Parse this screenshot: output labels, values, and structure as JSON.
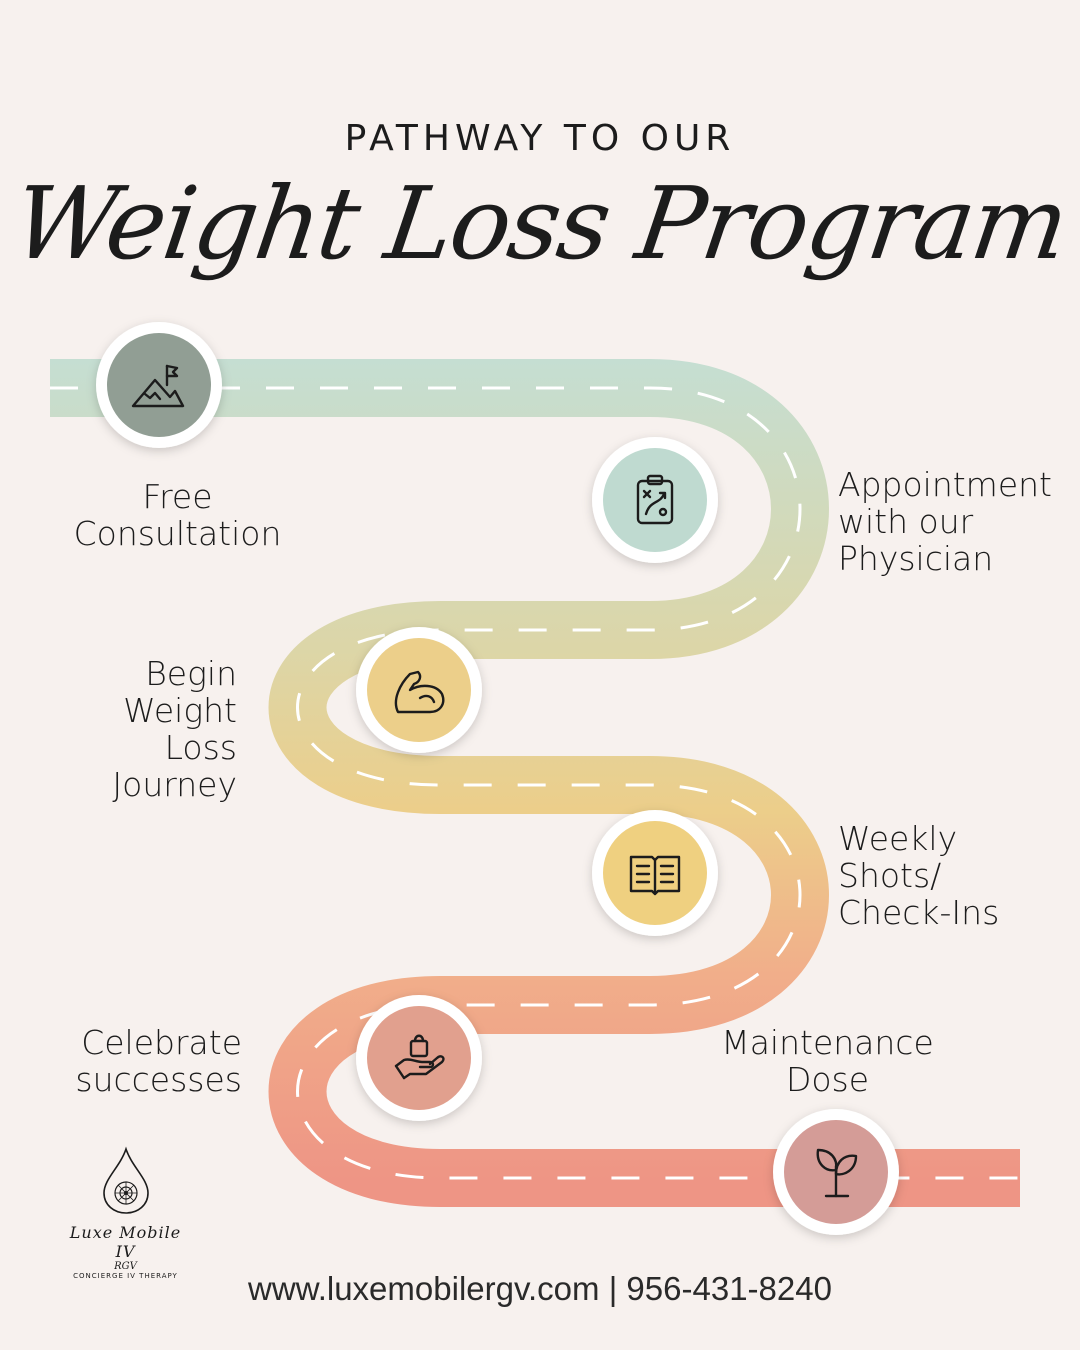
{
  "title": {
    "line1": "PATHWAY TO OUR",
    "line2": "Weight Loss Program"
  },
  "steps": [
    {
      "label": [
        "Free",
        "Consultation"
      ],
      "icon": "mountain-flag-icon"
    },
    {
      "label": [
        "Appointment",
        "with our",
        "Physician"
      ],
      "icon": "clipboard-plan-icon"
    },
    {
      "label": [
        "Begin",
        "Weight",
        "Loss",
        "Journey"
      ],
      "icon": "flexed-arm-icon"
    },
    {
      "label": [
        "Weekly",
        "Shots/",
        "Check-Ins"
      ],
      "icon": "open-book-icon"
    },
    {
      "label": [
        "Celebrate",
        "successes"
      ],
      "icon": "hand-gift-icon"
    },
    {
      "label": [
        "Maintenance",
        "Dose"
      ],
      "icon": "sprout-icon"
    }
  ],
  "logo": {
    "name": "Luxe Mobile IV",
    "sub1": "RGV",
    "sub2": "CONCIERGE IV THERAPY"
  },
  "footer": "www.luxemobilergv.com | 956-431-8240",
  "colors": {
    "background": "#f7f1ee",
    "road_top": "#c5ded2",
    "road_mid": "#eccf8a",
    "road_bottom": "#ee9a86",
    "circle_1": "#919e94",
    "circle_2": "#bfdad0",
    "circle_3": "#eccf8a",
    "circle_4": "#efd080",
    "circle_5": "#e1a08e",
    "circle_6": "#d49c97"
  }
}
